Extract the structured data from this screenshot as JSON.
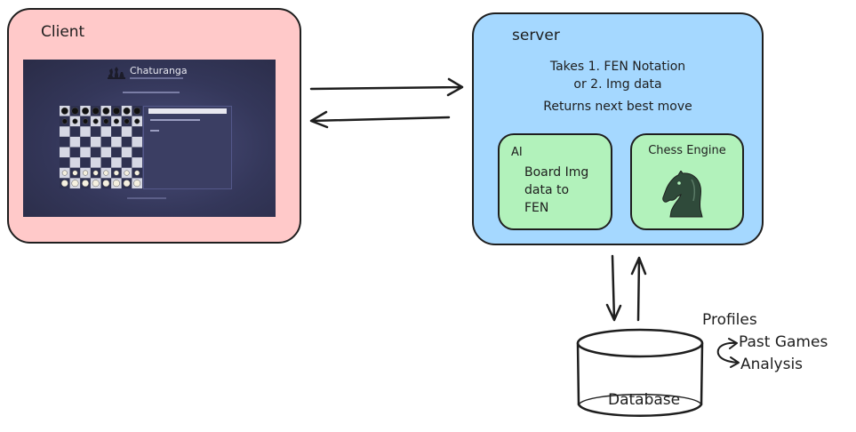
{
  "client": {
    "title": "Client",
    "screenshot": {
      "app_name": "Chaturanga"
    }
  },
  "server": {
    "title": "server",
    "desc_line1": "Takes 1. FEN Notation",
    "desc_line2": "or 2. Img data",
    "desc_line3": "Returns next best move"
  },
  "ai": {
    "title": "AI",
    "desc": "Board Img\ndata to\nFEN"
  },
  "engine": {
    "title": "Chess Engine",
    "icon": "knight-icon"
  },
  "database": {
    "label": "Database",
    "items": [
      "Profiles",
      "Past Games",
      "Analysis"
    ]
  },
  "colors": {
    "client_fill": "#ffc9c9",
    "server_fill": "#a5d8ff",
    "module_fill": "#b2f2bb",
    "stroke": "#1e1e1e"
  }
}
